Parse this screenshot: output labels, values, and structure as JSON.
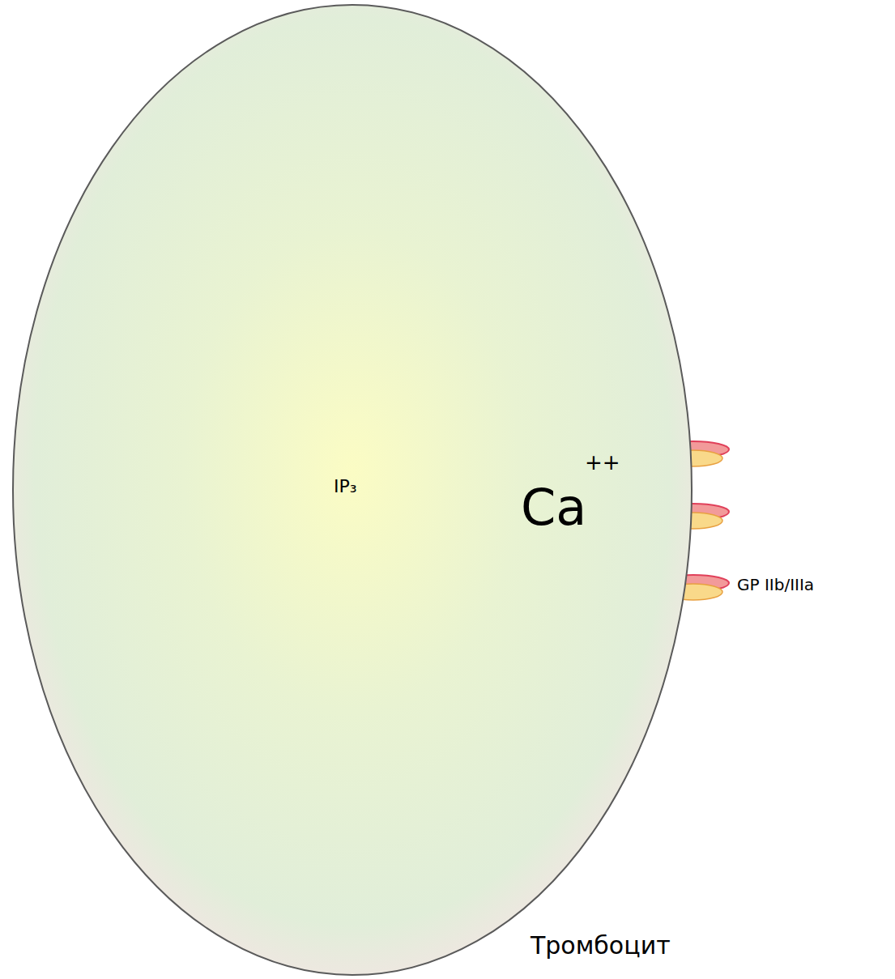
{
  "diagram": {
    "nodes": [
      {
        "text": [
          "Тромбоцит"
        ]
      }
    ],
    "labels": [
      "IP₃",
      "Ca",
      "++",
      "GP IIb/IIIa"
    ]
  }
}
